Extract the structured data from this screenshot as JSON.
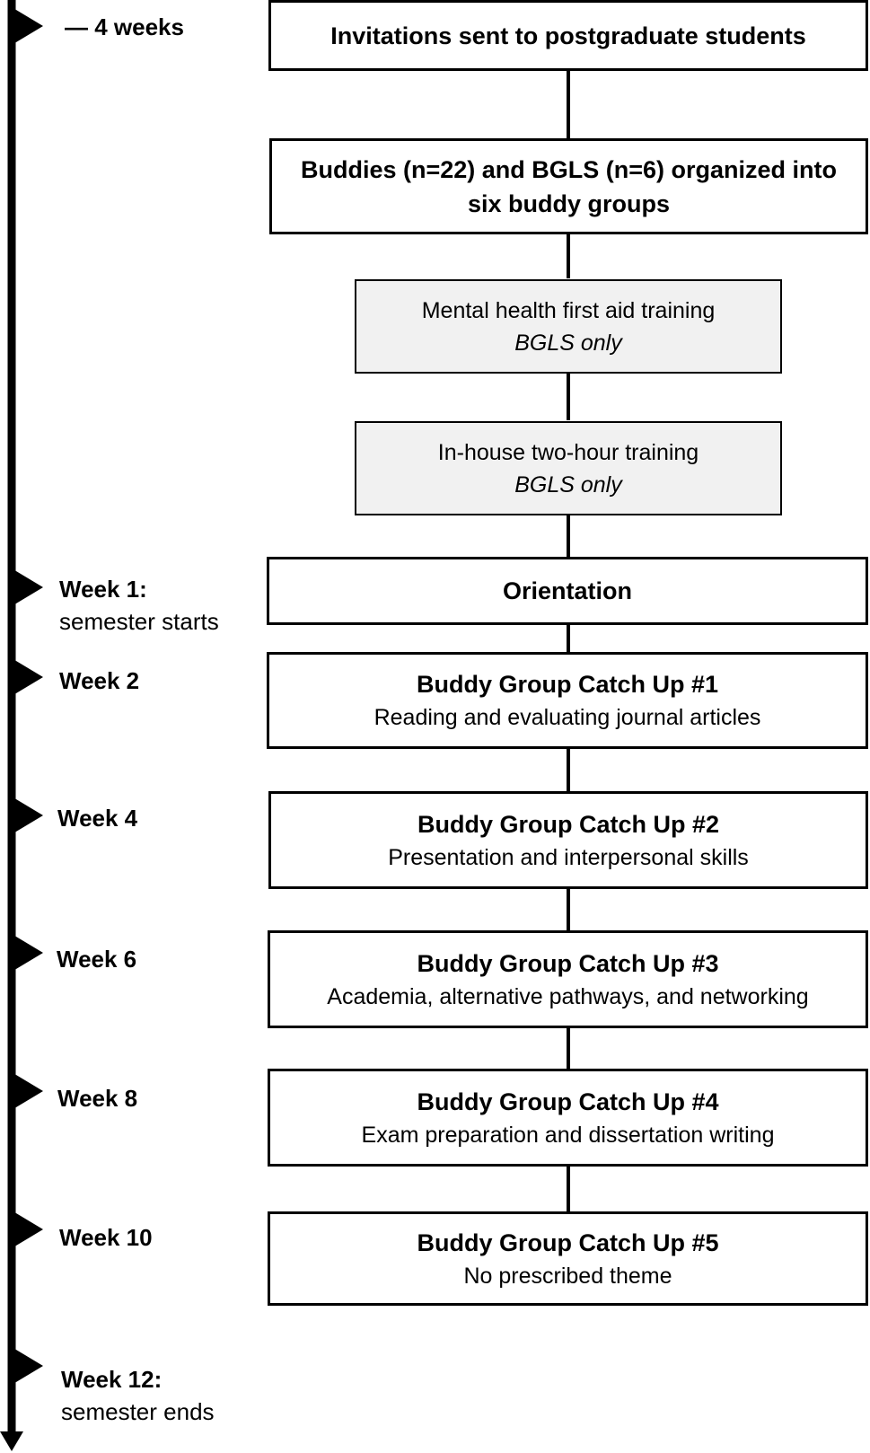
{
  "timeline": {
    "markers": [
      {
        "label": "— 4 weeks",
        "note": ""
      },
      {
        "label": "Week 1:",
        "note": "semester starts"
      },
      {
        "label": "Week 2",
        "note": ""
      },
      {
        "label": "Week 4",
        "note": ""
      },
      {
        "label": "Week 6",
        "note": ""
      },
      {
        "label": "Week 8",
        "note": ""
      },
      {
        "label": "Week 10",
        "note": ""
      },
      {
        "label": "Week 12:",
        "note": "semester ends"
      }
    ]
  },
  "steps": [
    {
      "title": "Invitations sent to postgraduate students",
      "subtitle": ""
    },
    {
      "title": "Buddies (n=22) and BGLS (n=6) organized into six buddy groups",
      "subtitle": ""
    },
    {
      "subtitle": "Mental health first aid training",
      "note": "BGLS only"
    },
    {
      "subtitle": "In-house two-hour training",
      "note": "BGLS only"
    },
    {
      "title": "Orientation",
      "subtitle": ""
    },
    {
      "title": "Buddy Group Catch Up #1",
      "subtitle": "Reading and evaluating journal articles"
    },
    {
      "title": "Buddy Group Catch Up #2",
      "subtitle": "Presentation and interpersonal skills"
    },
    {
      "title": "Buddy Group Catch Up #3",
      "subtitle": "Academia, alternative pathways, and networking"
    },
    {
      "title": "Buddy Group Catch Up #4",
      "subtitle": "Exam preparation and dissertation writing"
    },
    {
      "title": "Buddy Group Catch Up #5",
      "subtitle": "No prescribed theme"
    }
  ]
}
